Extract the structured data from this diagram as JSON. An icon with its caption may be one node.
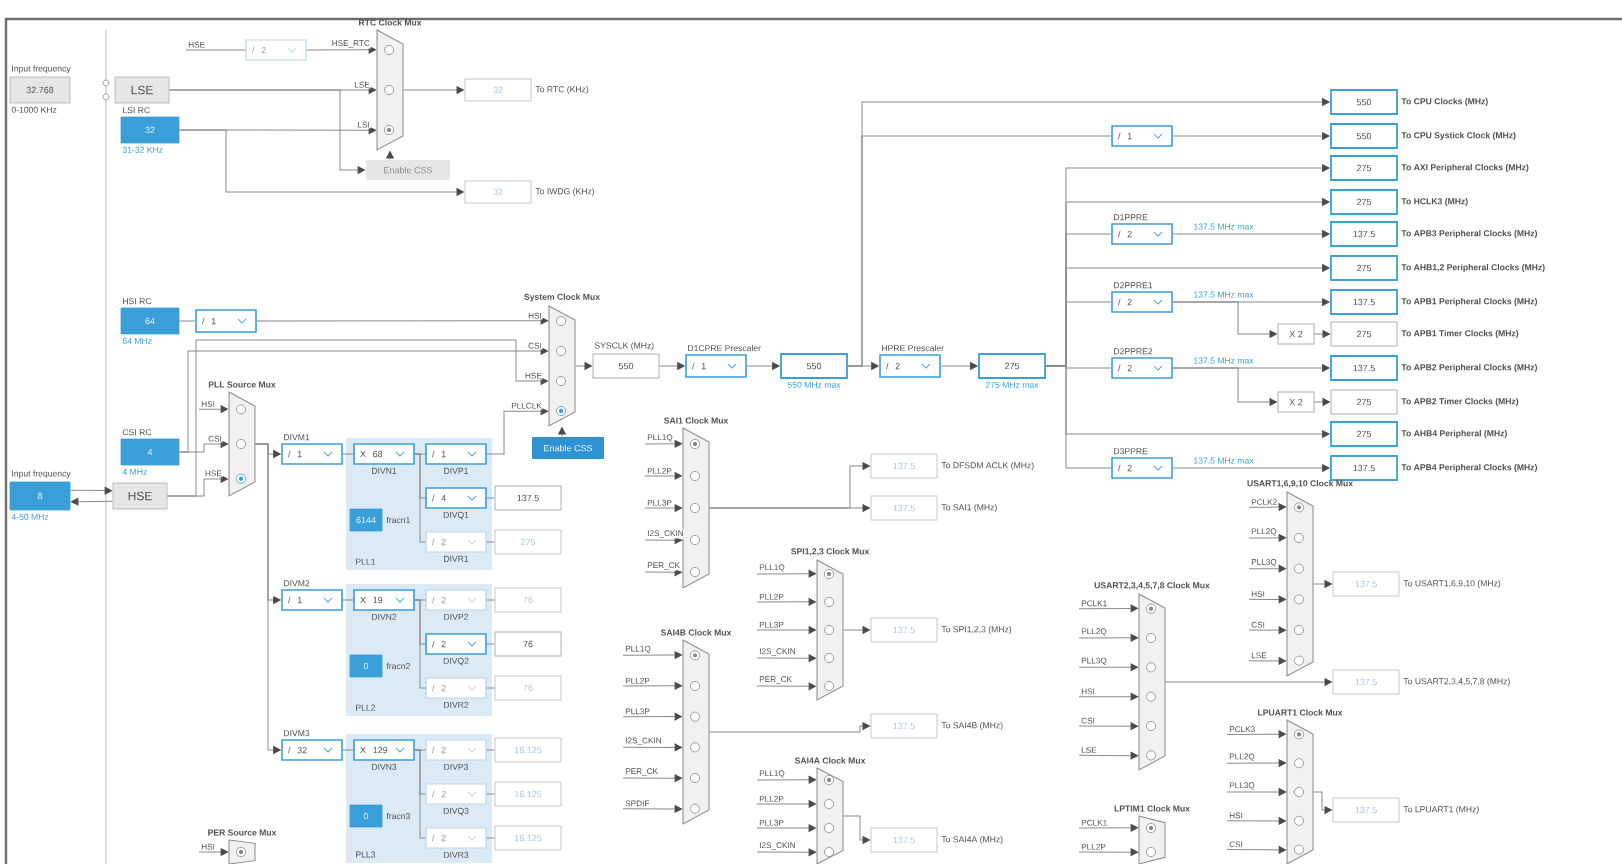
{
  "diagram": {
    "nodes": [
      {
        "text": [
          "32.768"
        ],
        "beside": [
          "Input frequency",
          "0-1000 KHz"
        ]
      },
      {
        "text": [
          "LSE"
        ]
      },
      {
        "text": [
          "32"
        ],
        "beside": [
          "LSI RC",
          "31-32 KHz"
        ]
      },
      {
        "text": [
          "/ 2"
        ]
      },
      {
        "text": [
          "RTC Clock Mux"
        ]
      },
      {
        "text": [
          "32"
        ],
        "beside": [
          "To RTC (KHz)"
        ]
      },
      {
        "text": [
          "Enable CSS"
        ]
      },
      {
        "text": [
          "32"
        ],
        "beside": [
          "To IWDG (KHz)"
        ]
      },
      {
        "text": [
          "64"
        ],
        "beside": [
          "HSI RC",
          "64 MHz"
        ]
      },
      {
        "text": [
          "/ 1"
        ]
      },
      {
        "text": [
          "4"
        ],
        "beside": [
          "CSI RC",
          "4 MHz"
        ]
      },
      {
        "text": [
          "8"
        ],
        "beside": [
          "Input frequency",
          "4-50 MHz"
        ]
      },
      {
        "text": [
          "HSE"
        ]
      },
      {
        "text": [
          "PLL Source Mux"
        ]
      },
      {
        "text": [
          "System Clock Mux"
        ]
      },
      {
        "text": [
          "Enable CSS"
        ]
      },
      {
        "text": [
          "550"
        ],
        "beside": [
          "SYSCLK (MHz)"
        ]
      },
      {
        "text": [
          "/ 1"
        ],
        "beside": [
          "D1CPRE Prescaler"
        ]
      },
      {
        "text": [
          "550"
        ],
        "beside": [
          "550 MHz max"
        ]
      },
      {
        "text": [
          "/ 2"
        ],
        "beside": [
          "HPRE Prescaler"
        ]
      },
      {
        "text": [
          "275"
        ],
        "beside": [
          "275 MHz max"
        ]
      },
      {
        "text": [
          "/ 1"
        ]
      },
      {
        "text": [
          "/ 2"
        ],
        "beside": [
          "D1PPRE",
          "137.5 MHz max"
        ]
      },
      {
        "text": [
          "/ 2"
        ],
        "beside": [
          "D2PPRE1",
          "137.5 MHz max"
        ]
      },
      {
        "text": [
          "/ 2"
        ],
        "beside": [
          "D2PPRE2",
          "137.5 MHz max"
        ]
      },
      {
        "text": [
          "/ 2"
        ],
        "beside": [
          "D3PPRE",
          "137.5 MHz max"
        ]
      },
      {
        "text": [
          "X 2"
        ]
      },
      {
        "text": [
          "X 2"
        ]
      },
      {
        "text": [
          "550"
        ],
        "beside": [
          "To CPU Clocks (MHz)"
        ]
      },
      {
        "text": [
          "550"
        ],
        "beside": [
          "To CPU Systick Clock (MHz)"
        ]
      },
      {
        "text": [
          "275"
        ],
        "beside": [
          "To AXI Peripheral Clocks (MHz)"
        ]
      },
      {
        "text": [
          "275"
        ],
        "beside": [
          "To HCLK3 (MHz)"
        ]
      },
      {
        "text": [
          "137.5"
        ],
        "beside": [
          "To APB3 Peripheral Clocks (MHz)"
        ]
      },
      {
        "text": [
          "275"
        ],
        "beside": [
          "To AHB1,2 Peripheral Clocks (MHz)"
        ]
      },
      {
        "text": [
          "137.5"
        ],
        "beside": [
          "To APB1 Peripheral Clocks (MHz)"
        ]
      },
      {
        "text": [
          "275"
        ],
        "beside": [
          "To APB1 Timer Clocks (MHz)"
        ]
      },
      {
        "text": [
          "137.5"
        ],
        "beside": [
          "To APB2 Peripheral Clocks (MHz)"
        ]
      },
      {
        "text": [
          "275"
        ],
        "beside": [
          "To APB2 Timer Clocks (MHz)"
        ]
      },
      {
        "text": [
          "275"
        ],
        "beside": [
          "To AHB4 Peripheral (MHz)"
        ]
      },
      {
        "text": [
          "137.5"
        ],
        "beside": [
          "To APB4 Peripheral Clocks (MHz)"
        ]
      },
      {
        "text": [
          "PLL1"
        ]
      },
      {
        "text": [
          "PLL2"
        ]
      },
      {
        "text": [
          "PLL3"
        ]
      },
      {
        "text": [
          "/ 1"
        ],
        "beside": [
          "DIVM1"
        ]
      },
      {
        "text": [
          "X 68"
        ],
        "beside": [
          "DIVN1"
        ],
        "in": 40
      },
      {
        "text": [
          "/ 1"
        ],
        "beside": [
          "DIVP1"
        ],
        "in": 40
      },
      {
        "text": [
          "/ 4"
        ],
        "beside": [
          "DIVQ1"
        ],
        "in": 40
      },
      {
        "text": [
          "/ 2"
        ],
        "beside": [
          "DIVR1"
        ],
        "in": 40
      },
      {
        "text": [
          "6144"
        ],
        "beside": [
          "fracn1"
        ],
        "in": 40
      },
      {
        "text": [
          "137.5"
        ]
      },
      {
        "text": [
          "275"
        ]
      },
      {
        "text": [
          "/ 1"
        ],
        "beside": [
          "DIVM2"
        ]
      },
      {
        "text": [
          "X 19"
        ],
        "beside": [
          "DIVN2"
        ],
        "in": 41
      },
      {
        "text": [
          "/ 2"
        ],
        "beside": [
          "DIVP2"
        ],
        "in": 41
      },
      {
        "text": [
          "/ 2"
        ],
        "beside": [
          "DIVQ2"
        ],
        "in": 41
      },
      {
        "text": [
          "/ 2"
        ],
        "beside": [
          "DIVR2"
        ],
        "in": 41
      },
      {
        "text": [
          "0"
        ],
        "beside": [
          "fracn2"
        ],
        "in": 41
      },
      {
        "text": [
          "76"
        ]
      },
      {
        "text": [
          "76"
        ]
      },
      {
        "text": [
          "76"
        ]
      },
      {
        "text": [
          "/ 32"
        ],
        "beside": [
          "DIVM3"
        ]
      },
      {
        "text": [
          "X 129"
        ],
        "beside": [
          "DIVN3"
        ],
        "in": 42
      },
      {
        "text": [
          "/ 2"
        ],
        "beside": [
          "DIVP3"
        ],
        "in": 42
      },
      {
        "text": [
          "/ 2"
        ],
        "beside": [
          "DIVQ3"
        ],
        "in": 42
      },
      {
        "text": [
          "/ 2"
        ],
        "beside": [
          "DIVR3"
        ],
        "in": 42
      },
      {
        "text": [
          "0"
        ],
        "beside": [
          "fracn3"
        ],
        "in": 42
      },
      {
        "text": [
          "16.125"
        ]
      },
      {
        "text": [
          "16.125"
        ]
      },
      {
        "text": [
          "16.125"
        ]
      },
      {
        "text": [
          "PER Source Mux"
        ]
      },
      {
        "text": [
          "SAI1 Clock Mux"
        ]
      },
      {
        "text": [
          "137.5"
        ],
        "beside": [
          "To DFSDM ACLK (MHz)"
        ]
      },
      {
        "text": [
          "137.5"
        ],
        "beside": [
          "To SAI1 (MHz)"
        ]
      },
      {
        "text": [
          "SPI1,2,3 Clock Mux"
        ]
      },
      {
        "text": [
          "137.5"
        ],
        "beside": [
          "To SPI1,2,3 (MHz)"
        ]
      },
      {
        "text": [
          "SAI4B Clock Mux"
        ]
      },
      {
        "text": [
          "137.5"
        ],
        "beside": [
          "To SAI4B (MHz)"
        ]
      },
      {
        "text": [
          "SAI4A Clock Mux"
        ]
      },
      {
        "text": [
          "137.5"
        ],
        "beside": [
          "To SAI4A (MHz)"
        ]
      },
      {
        "text": [
          "USART1,6,9,10 Clock Mux"
        ]
      },
      {
        "text": [
          "137.5"
        ],
        "beside": [
          "To USART1,6,9,10 (MHz)"
        ]
      },
      {
        "text": [
          "USART2,3,4,5,7,8 Clock Mux"
        ]
      },
      {
        "text": [
          "137.5"
        ],
        "beside": [
          "To USART2,3,4,5,7,8 (MHz)"
        ]
      },
      {
        "text": [
          "LPUART1 Clock Mux"
        ]
      },
      {
        "text": [
          "137.5"
        ],
        "beside": [
          "To LPUART1 (MHz)"
        ]
      },
      {
        "text": [
          "LPTIM1 Clock Mux"
        ]
      }
    ],
    "edges": [
      {
        "from": null,
        "to": 3,
        "arrow": "none",
        "label": "HSE"
      },
      {
        "from": 3,
        "to": 4,
        "arrow": "to",
        "label": "HSE_RTC"
      },
      {
        "from": 1,
        "to": 4,
        "arrow": "to",
        "label": "LSE"
      },
      {
        "from": 2,
        "to": 4,
        "arrow": "to",
        "label": "LSI"
      },
      {
        "from": 4,
        "to": 5,
        "arrow": "to"
      },
      {
        "from": 1,
        "to": 6,
        "arrow": "to"
      },
      {
        "from": 6,
        "to": 4,
        "arrow": "to"
      },
      {
        "from": 2,
        "to": 7,
        "arrow": "to"
      },
      {
        "from": 8,
        "to": 9,
        "arrow": "none"
      },
      {
        "from": 9,
        "to": 14,
        "arrow": "to",
        "label": "HSI"
      },
      {
        "from": 10,
        "to": 14,
        "arrow": "to",
        "label": "CSI"
      },
      {
        "from": 12,
        "to": 14,
        "arrow": "to",
        "label": "HSE"
      },
      {
        "from": 45,
        "to": 14,
        "arrow": "to",
        "label": "PLLCLK"
      },
      {
        "from": 15,
        "to": 14,
        "arrow": "to"
      },
      {
        "from": 14,
        "to": 16,
        "arrow": "to"
      },
      {
        "from": 16,
        "to": 17,
        "arrow": "to"
      },
      {
        "from": 17,
        "to": 18,
        "arrow": "to"
      },
      {
        "from": 18,
        "to": 19,
        "arrow": "to"
      },
      {
        "from": 19,
        "to": 20,
        "arrow": "to"
      },
      {
        "from": 18,
        "to": 28,
        "arrow": "to"
      },
      {
        "from": 18,
        "to": 21,
        "arrow": "none"
      },
      {
        "from": 21,
        "to": 29,
        "arrow": "to"
      },
      {
        "from": 20,
        "to": 30,
        "arrow": "to"
      },
      {
        "from": 20,
        "to": 31,
        "arrow": "to"
      },
      {
        "from": 20,
        "to": 22,
        "arrow": "none"
      },
      {
        "from": 22,
        "to": 32,
        "arrow": "to"
      },
      {
        "from": 20,
        "to": 33,
        "arrow": "to"
      },
      {
        "from": 20,
        "to": 23,
        "arrow": "none"
      },
      {
        "from": 23,
        "to": 34,
        "arrow": "to"
      },
      {
        "from": 23,
        "to": 26,
        "arrow": "to"
      },
      {
        "from": 26,
        "to": 35,
        "arrow": "to"
      },
      {
        "from": 20,
        "to": 24,
        "arrow": "none"
      },
      {
        "from": 24,
        "to": 36,
        "arrow": "to"
      },
      {
        "from": 24,
        "to": 27,
        "arrow": "to"
      },
      {
        "from": 27,
        "to": 37,
        "arrow": "to"
      },
      {
        "from": 20,
        "to": 38,
        "arrow": "to"
      },
      {
        "from": 20,
        "to": 25,
        "arrow": "none"
      },
      {
        "from": 25,
        "to": 39,
        "arrow": "to"
      },
      {
        "from": 11,
        "to": 12,
        "arrow": "to"
      },
      {
        "from": 12,
        "to": 11,
        "arrow": "to"
      },
      {
        "from": null,
        "to": 13,
        "arrow": "to",
        "label": "HSI"
      },
      {
        "from": 10,
        "to": 13,
        "arrow": "to",
        "label": "CSI"
      },
      {
        "from": 12,
        "to": 13,
        "arrow": "to",
        "label": "HSE"
      },
      {
        "from": 13,
        "to": 43,
        "arrow": "to"
      },
      {
        "from": 13,
        "to": 51,
        "arrow": "to"
      },
      {
        "from": 13,
        "to": 60,
        "arrow": "to"
      },
      {
        "from": 43,
        "to": 44,
        "arrow": "none"
      },
      {
        "from": 44,
        "to": 45,
        "arrow": "none"
      },
      {
        "from": 44,
        "to": 46,
        "arrow": "none"
      },
      {
        "from": 44,
        "to": 47,
        "arrow": "none"
      },
      {
        "from": 46,
        "to": 49,
        "arrow": "none"
      },
      {
        "from": 47,
        "to": 50,
        "arrow": "none"
      },
      {
        "from": 51,
        "to": 52,
        "arrow": "none"
      },
      {
        "from": 52,
        "to": 53,
        "arrow": "none"
      },
      {
        "from": 52,
        "to": 54,
        "arrow": "none"
      },
      {
        "from": 52,
        "to": 55,
        "arrow": "none"
      },
      {
        "from": 53,
        "to": 57,
        "arrow": "none"
      },
      {
        "from": 54,
        "to": 58,
        "arrow": "none"
      },
      {
        "from": 55,
        "to": 59,
        "arrow": "none"
      },
      {
        "from": 60,
        "to": 61,
        "arrow": "none"
      },
      {
        "from": 61,
        "to": 62,
        "arrow": "none"
      },
      {
        "from": 61,
        "to": 63,
        "arrow": "none"
      },
      {
        "from": 61,
        "to": 64,
        "arrow": "none"
      },
      {
        "from": 62,
        "to": 66,
        "arrow": "none"
      },
      {
        "from": 63,
        "to": 67,
        "arrow": "none"
      },
      {
        "from": 64,
        "to": 68,
        "arrow": "none"
      },
      {
        "from": null,
        "to": 69,
        "arrow": "to",
        "label": "HSI"
      },
      {
        "from": null,
        "to": 70,
        "arrow": "to",
        "label": "PLL1Q"
      },
      {
        "from": null,
        "to": 70,
        "arrow": "to",
        "label": "PLL2P"
      },
      {
        "from": null,
        "to": 70,
        "arrow": "to",
        "label": "PLL3P"
      },
      {
        "from": null,
        "to": 70,
        "arrow": "to",
        "label": "I2S_CKIN"
      },
      {
        "from": null,
        "to": 70,
        "arrow": "to",
        "label": "PER_CK"
      },
      {
        "from": 70,
        "to": 71,
        "arrow": "to"
      },
      {
        "from": 70,
        "to": 72,
        "arrow": "to"
      },
      {
        "from": null,
        "to": 73,
        "arrow": "to",
        "label": "PLL1Q"
      },
      {
        "from": null,
        "to": 73,
        "arrow": "to",
        "label": "PLL2P"
      },
      {
        "from": null,
        "to": 73,
        "arrow": "to",
        "label": "PLL3P"
      },
      {
        "from": null,
        "to": 73,
        "arrow": "to",
        "label": "I2S_CKIN"
      },
      {
        "from": null,
        "to": 73,
        "arrow": "to",
        "label": "PER_CK"
      },
      {
        "from": 73,
        "to": 74,
        "arrow": "to"
      },
      {
        "from": null,
        "to": 75,
        "arrow": "to",
        "label": "PLL1Q"
      },
      {
        "from": null,
        "to": 75,
        "arrow": "to",
        "label": "PLL2P"
      },
      {
        "from": null,
        "to": 75,
        "arrow": "to",
        "label": "PLL3P"
      },
      {
        "from": null,
        "to": 75,
        "arrow": "to",
        "label": "I2S_CKIN"
      },
      {
        "from": null,
        "to": 75,
        "arrow": "to",
        "label": "PER_CK"
      },
      {
        "from": null,
        "to": 75,
        "arrow": "to",
        "label": "SPDIF"
      },
      {
        "from": 75,
        "to": 76,
        "arrow": "to"
      },
      {
        "from": null,
        "to": 77,
        "arrow": "to",
        "label": "PLL1Q"
      },
      {
        "from": null,
        "to": 77,
        "arrow": "to",
        "label": "PLL2P"
      },
      {
        "from": null,
        "to": 77,
        "arrow": "to",
        "label": "PLL3P"
      },
      {
        "from": null,
        "to": 77,
        "arrow": "to",
        "label": "I2S_CKIN"
      },
      {
        "from": 77,
        "to": 78,
        "arrow": "to"
      },
      {
        "from": null,
        "to": 79,
        "arrow": "to",
        "label": "PCLK2"
      },
      {
        "from": null,
        "to": 79,
        "arrow": "to",
        "label": "PLL2Q"
      },
      {
        "from": null,
        "to": 79,
        "arrow": "to",
        "label": "PLL3Q"
      },
      {
        "from": null,
        "to": 79,
        "arrow": "to",
        "label": "HSI"
      },
      {
        "from": null,
        "to": 79,
        "arrow": "to",
        "label": "CSI"
      },
      {
        "from": null,
        "to": 79,
        "arrow": "to",
        "label": "LSE"
      },
      {
        "from": 79,
        "to": 80,
        "arrow": "to"
      },
      {
        "from": null,
        "to": 81,
        "arrow": "to",
        "label": "PCLK1"
      },
      {
        "from": null,
        "to": 81,
        "arrow": "to",
        "label": "PLL2Q"
      },
      {
        "from": null,
        "to": 81,
        "arrow": "to",
        "label": "PLL3Q"
      },
      {
        "from": null,
        "to": 81,
        "arrow": "to",
        "label": "HSI"
      },
      {
        "from": null,
        "to": 81,
        "arrow": "to",
        "label": "CSI"
      },
      {
        "from": null,
        "to": 81,
        "arrow": "to",
        "label": "LSE"
      },
      {
        "from": 81,
        "to": 82,
        "arrow": "to"
      },
      {
        "from": null,
        "to": 83,
        "arrow": "to",
        "label": "PCLK3"
      },
      {
        "from": null,
        "to": 83,
        "arrow": "to",
        "label": "PLL2Q"
      },
      {
        "from": null,
        "to": 83,
        "arrow": "to",
        "label": "PLL3Q"
      },
      {
        "from": null,
        "to": 83,
        "arrow": "to",
        "label": "HSI"
      },
      {
        "from": null,
        "to": 83,
        "arrow": "to",
        "label": "CSI"
      },
      {
        "from": 83,
        "to": 84,
        "arrow": "to"
      },
      {
        "from": null,
        "to": 85,
        "arrow": "to",
        "label": "PCLK1"
      },
      {
        "from": null,
        "to": 85,
        "arrow": "to",
        "label": "PLL2P"
      }
    ]
  }
}
